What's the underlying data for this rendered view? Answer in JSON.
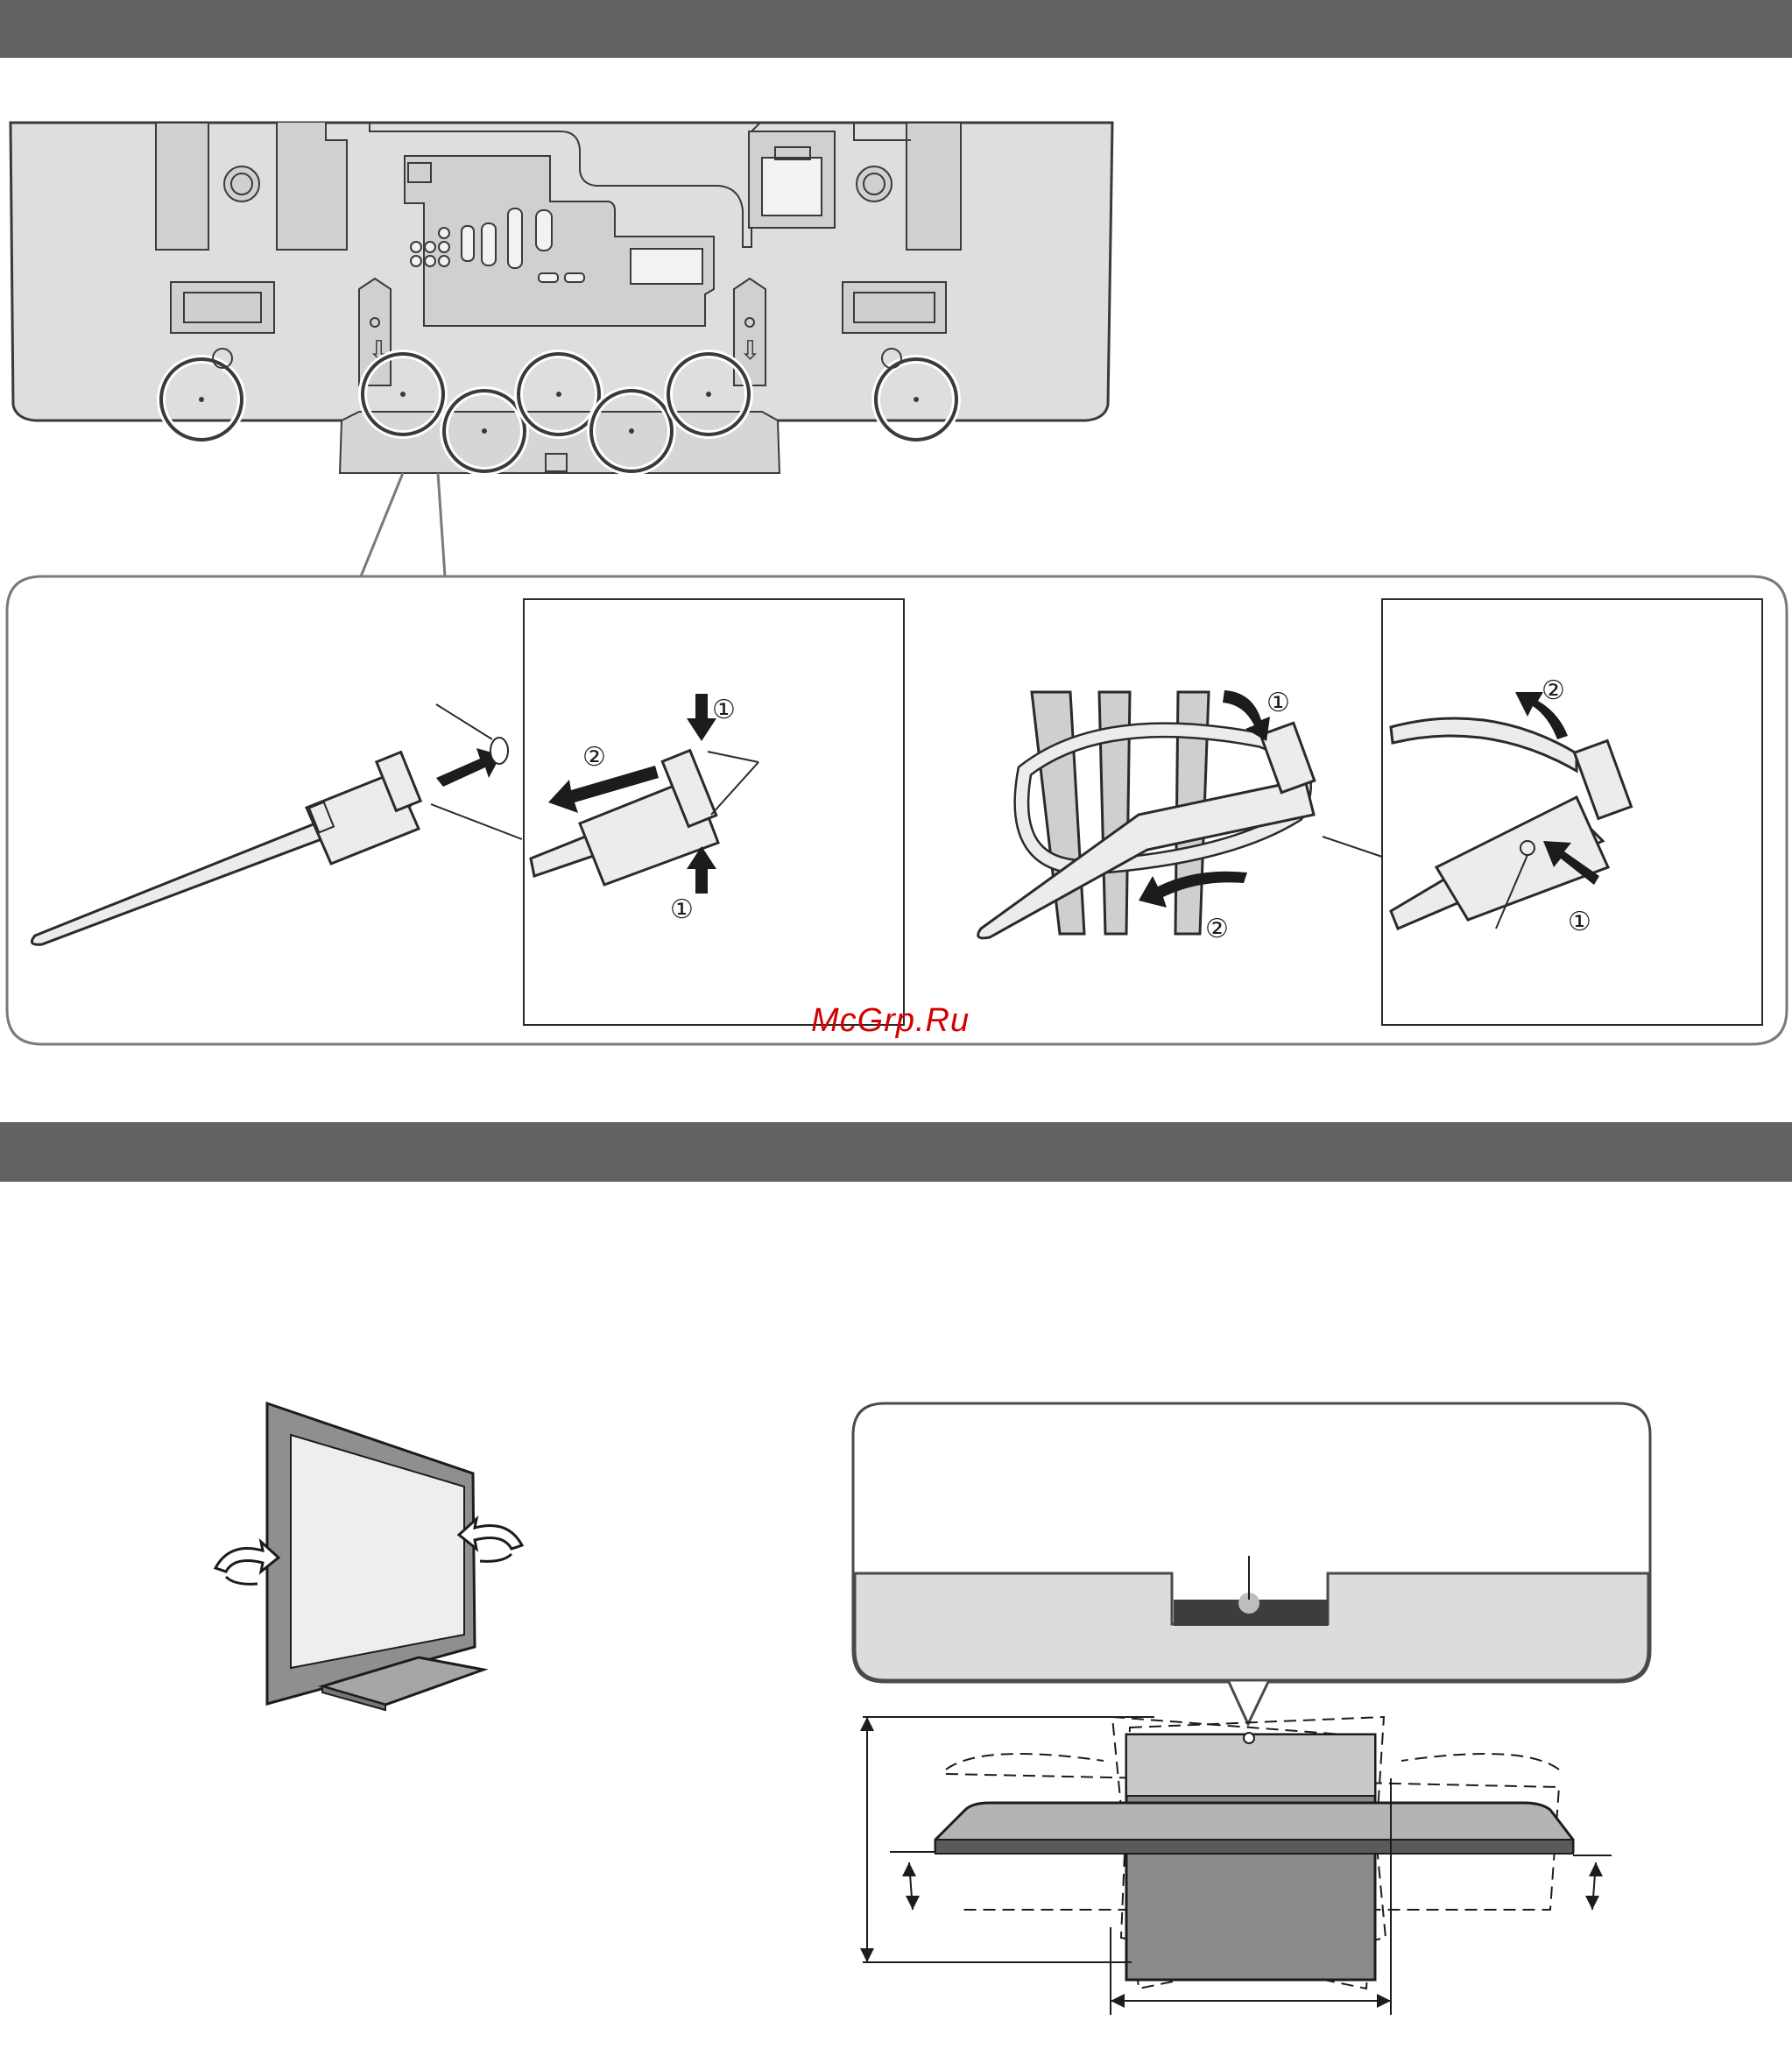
{
  "headers": {
    "top": "",
    "middle": ""
  },
  "watermark": {
    "text": "McGrp.Ru",
    "color": "#d40000"
  },
  "step_marks": {
    "clamp_top": "①",
    "clamp_push": "②",
    "clamp_bottom": "①",
    "bundle_wrap": "①",
    "bundle_pull": "②",
    "release_lift": "②",
    "release_press": "①"
  },
  "colors": {
    "header_bar": "#636162",
    "tv_back_panel": "#dedede",
    "callout_border": "#7a7a7a",
    "stand_shade": "#8a8a8a"
  }
}
